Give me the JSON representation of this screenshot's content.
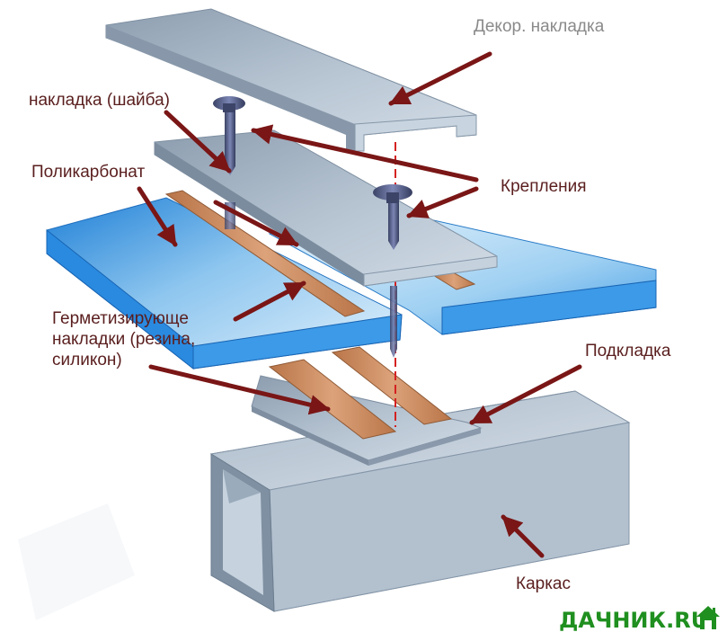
{
  "labels": {
    "decor_overlay": "Декор. накладка",
    "washer_overlay": "накладка (шайба)",
    "polycarbonate": "Поликарбонат",
    "fasteners": "Крепления",
    "sealing_overlays": "Герметизирующе\nнакладки (резина,\nсиликон)",
    "underlay": "Подкладка",
    "frame": "Каркас"
  },
  "watermark": {
    "text": "ДАЧНИК.RU",
    "house_icon": "house-icon"
  },
  "colors": {
    "label_text": "#5a1e1e",
    "decor_label_text": "#8a8a8a",
    "arrow": "#7a1616",
    "axis_line": "#d42222",
    "polycarbonate": "#3c9ae8",
    "sealing_strip": "#c98a5e",
    "metal": "#9aabbb",
    "watermark": "#1f8f1f"
  }
}
